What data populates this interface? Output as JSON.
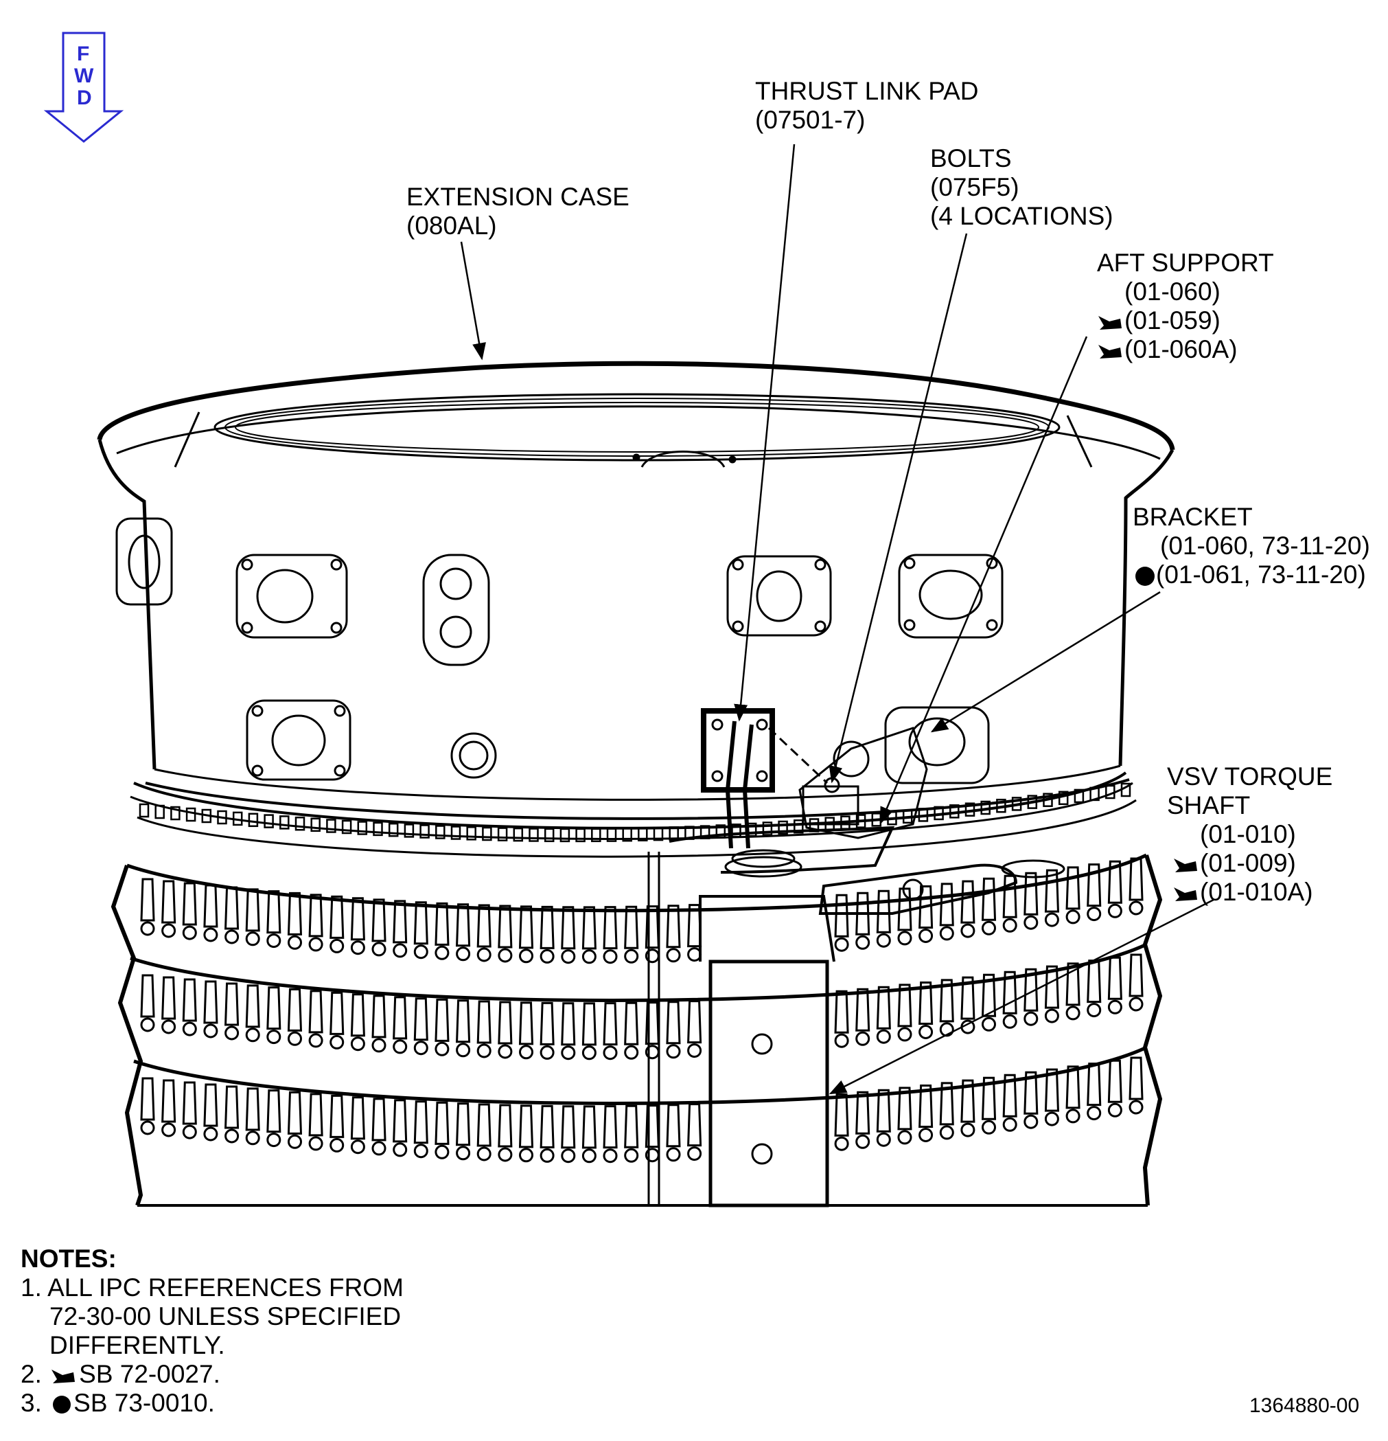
{
  "orientation": {
    "letters": [
      "F",
      "W",
      "D"
    ],
    "color": "#2a2ad0"
  },
  "callouts": {
    "thrust_link_pad": {
      "title": "THRUST LINK PAD",
      "ref": "(07501-7)"
    },
    "extension_case": {
      "title": "EXTENSION CASE",
      "ref": "(080AL)"
    },
    "bolts": {
      "title": "BOLTS",
      "ref": "(075F5)",
      "qty": "(4 LOCATIONS)"
    },
    "aft_support": {
      "title": "AFT SUPPORT",
      "refs": [
        "(01-060)",
        "(01-059)",
        "(01-060A)"
      ]
    },
    "bracket": {
      "title": "BRACKET",
      "refs": [
        "(01-060, 73-11-20)",
        "(01-061, 73-11-20)"
      ]
    },
    "vsv_torque_shaft": {
      "title_line1": "VSV TORQUE",
      "title_line2": "SHAFT",
      "refs": [
        "(01-010)",
        "(01-009)",
        "(01-010A)"
      ]
    }
  },
  "notes": {
    "heading": "NOTES:",
    "items": [
      {
        "num": "1.",
        "lines": [
          "ALL IPC REFERENCES FROM",
          "72-30-00 UNLESS SPECIFIED",
          "DIFFERENTLY."
        ]
      },
      {
        "num": "2.",
        "text": "SB 72-0027."
      },
      {
        "num": "3.",
        "text": "SB 73-0010."
      }
    ]
  },
  "figure_number": "1364880-00",
  "icons": {
    "service_bulletin_72": "arrow-flag-icon",
    "service_bulletin_73": "filled-circle-icon"
  }
}
